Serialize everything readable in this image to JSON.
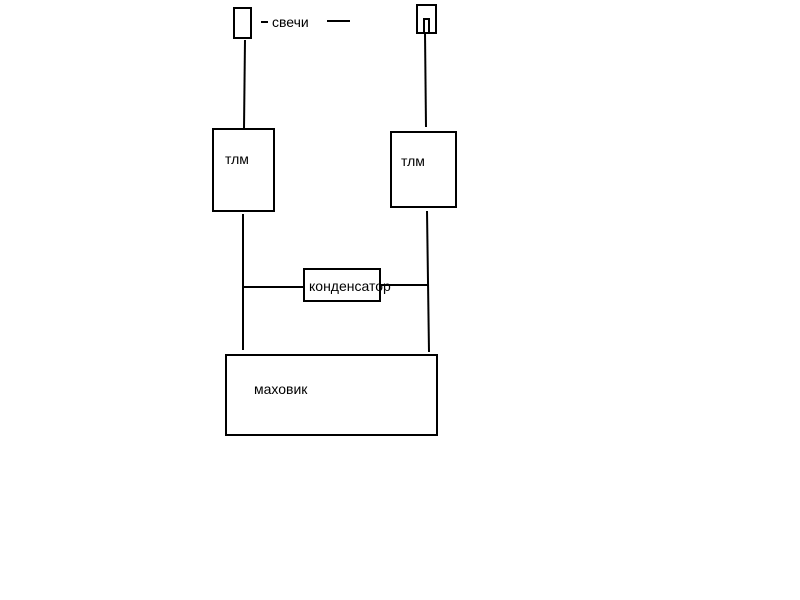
{
  "diagram": {
    "labels": {
      "spark_plugs": "свечи",
      "coil_left": "тлм",
      "coil_right": "тлм",
      "capacitor": "конденсатор",
      "flywheel": "маховик"
    },
    "colors": {
      "background": "#ffffff",
      "stroke": "#000000"
    }
  }
}
